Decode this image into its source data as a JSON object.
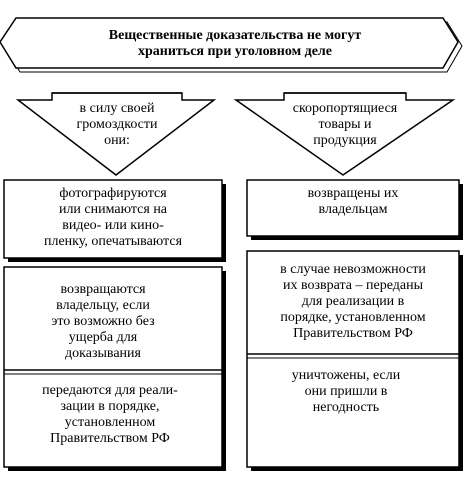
{
  "title": {
    "line1": "Вещественные доказательства не могут",
    "line2": "храниться при уголовном деле"
  },
  "left_arrow": {
    "line1": "в силу своей",
    "line2": "громоздкости",
    "line3": "они:"
  },
  "right_arrow": {
    "line1": "скоропортящиеся",
    "line2": "товары и",
    "line3": "продукция"
  },
  "left_boxes": [
    {
      "lines": [
        "фотографируются",
        "или снимаются на",
        "видео- или кино-",
        "пленку, опечатываются"
      ]
    },
    {
      "lines": [
        "возвращаются",
        "владельцу, если",
        "это возможно без",
        "ущерба для",
        "доказывания"
      ]
    },
    {
      "lines": [
        "передаются для реали-",
        "зации в порядке,",
        "установленном",
        "Правительством РФ"
      ]
    }
  ],
  "right_boxes": [
    {
      "lines": [
        "возвращены их",
        "владельцам"
      ]
    },
    {
      "lines": [
        "в случае невозможности",
        "их возврата – переданы",
        "для реализации в",
        "порядке, установленном",
        "Правительством РФ"
      ]
    },
    {
      "lines": [
        "уничтожены, если",
        "они пришли в",
        "негодность"
      ]
    }
  ]
}
